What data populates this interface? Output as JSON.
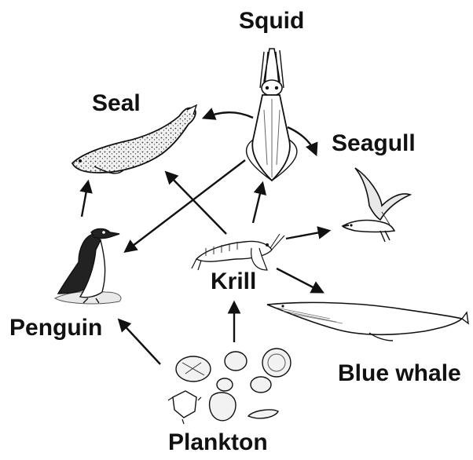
{
  "organisms": {
    "squid": "Squid",
    "seal": "Seal",
    "seagull": "Seagull",
    "krill": "Krill",
    "penguin": "Penguin",
    "blue_whale": "Blue whale",
    "plankton": "Plankton"
  },
  "links": [
    {
      "from": "squid",
      "to": "seal"
    },
    {
      "from": "squid",
      "to": "seagull"
    },
    {
      "from": "squid",
      "to": "penguin"
    },
    {
      "from": "krill",
      "to": "squid"
    },
    {
      "from": "krill",
      "to": "seal"
    },
    {
      "from": "krill",
      "to": "seagull"
    },
    {
      "from": "krill",
      "to": "blue_whale"
    },
    {
      "from": "penguin",
      "to": "seal"
    },
    {
      "from": "plankton",
      "to": "krill"
    },
    {
      "from": "plankton",
      "to": "penguin"
    }
  ],
  "colors": {
    "ink": "#111111",
    "fill_light": "#e9e9e9",
    "fill_dark": "#222222"
  }
}
